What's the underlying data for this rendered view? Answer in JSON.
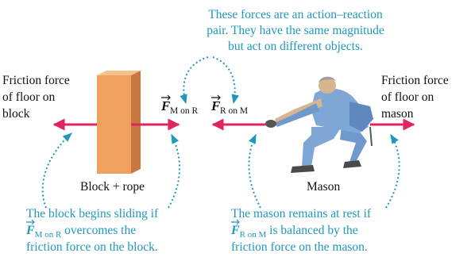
{
  "note_top": {
    "line1": "These forces are an action–reaction",
    "line2": "pair. They have the same magnitude",
    "line3": "but act on different objects."
  },
  "left_label": {
    "line1": "Friction force",
    "line2": "of floor on",
    "line3": "block"
  },
  "right_label": {
    "line1": "Friction force",
    "line2": "of floor on",
    "line3": "mason"
  },
  "force_m_on_r": {
    "symbol": "F",
    "subscript": "M on R"
  },
  "force_r_on_m": {
    "symbol": "F",
    "subscript": "R on M"
  },
  "block_caption": "Block + rope",
  "mason_caption": "Mason",
  "note_left": {
    "line1": "The block begins sliding if",
    "symbol": "F",
    "subscript": "M on R",
    "line2_rest": " overcomes the",
    "line3": "friction force on the block."
  },
  "note_right": {
    "line1": "The mason remains at rest if",
    "symbol": "F",
    "subscript": "R on M",
    "line2_rest": " is balanced by the",
    "line3": "friction force on the mason."
  },
  "colors": {
    "arrow": "#e0245e",
    "annotation": "#1f98bd",
    "block_front": "#f0a060",
    "block_side": "#c9773e",
    "mason_clothes": "#7fa7d6",
    "skin": "#d7b58f"
  }
}
